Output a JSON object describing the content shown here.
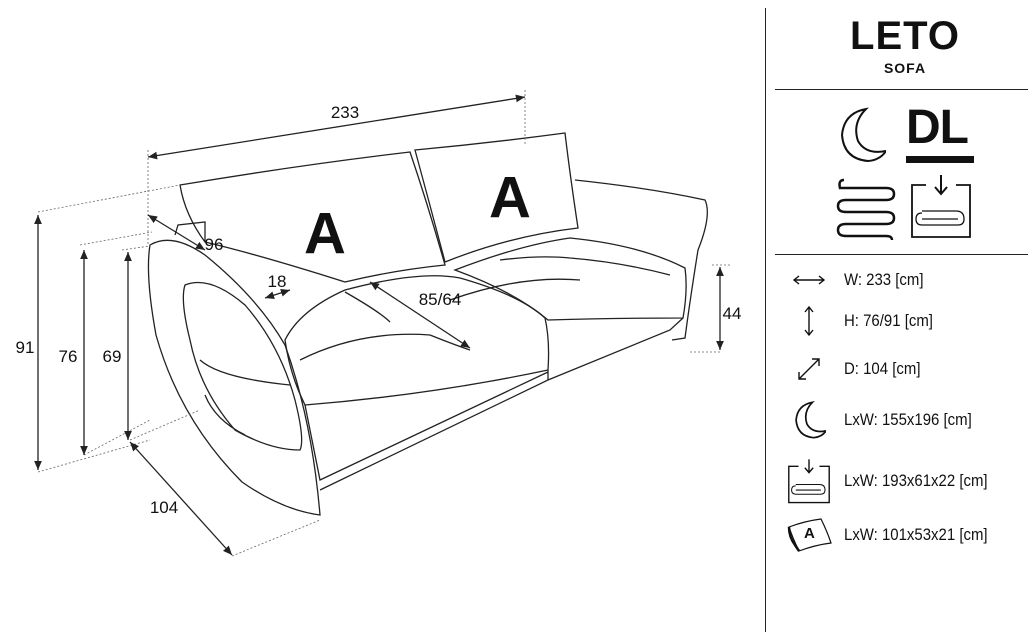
{
  "product": {
    "name": "LETO",
    "type": "SOFA"
  },
  "badges": {
    "dl": "DL",
    "icons": [
      "moon-icon",
      "dl-icon",
      "spring-icon",
      "storage-box-icon"
    ]
  },
  "dimensions": {
    "width": "233",
    "backrest_depth": "96",
    "armrest": "18",
    "seat_depth": "85/64",
    "seat_height": "44",
    "total_height": "91",
    "back_height": "76",
    "arm_height": "69",
    "depth": "104"
  },
  "cushion_letters": [
    "A",
    "A"
  ],
  "specs": [
    {
      "icon": "width-arrow-icon",
      "text": "W: 233 [cm]"
    },
    {
      "icon": "height-arrow-icon",
      "text": "H: 76/91 [cm]"
    },
    {
      "icon": "depth-arrow-icon",
      "text": "D: 104 [cm]"
    },
    {
      "icon": "moon-icon",
      "text": "LxW: 155x196 [cm]"
    },
    {
      "icon": "storage-box-icon",
      "text": "LxW: 193x61x22 [cm]"
    },
    {
      "icon": "cushion-a-icon",
      "text": "LxW: 101x53x21 [cm]",
      "icon_letter": "A"
    }
  ]
}
